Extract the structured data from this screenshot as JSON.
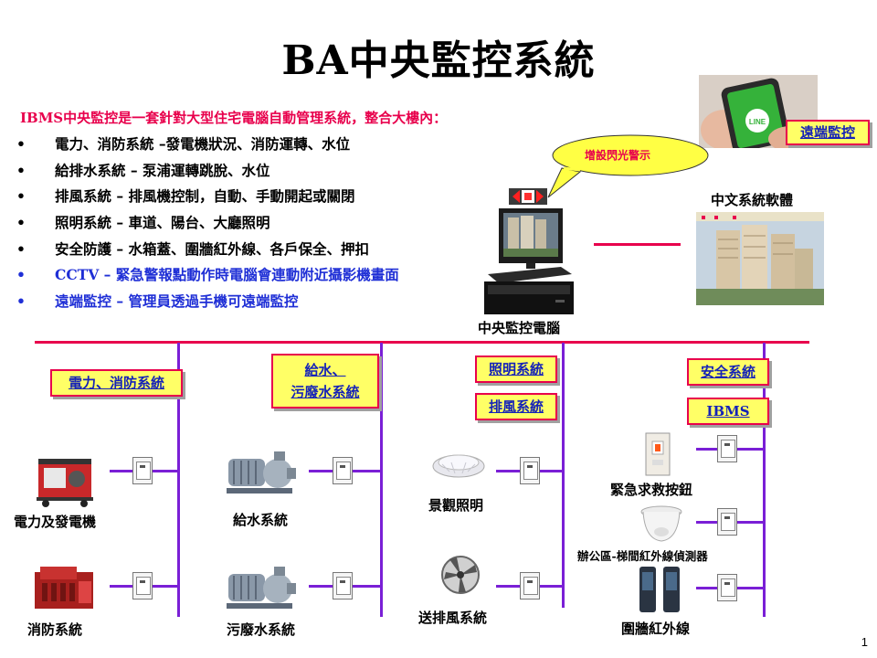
{
  "title": "BA中央監控系統",
  "intro": "IBMS中央監控是一套針對大型住宅電腦自動管理系統，整合大樓內：",
  "bullets": [
    "電力、消防系統 –發電機狀況、消防運轉、水位",
    "給排水系統 – 泵浦運轉跳脫、水位",
    "排風系統 – 排風機控制，自動、手動開起或關閉",
    "照明系統 – 車道、陽台、大廳照明",
    "安全防護 – 水箱蓋、圍牆紅外線、各戶保全、押扣",
    "CCTV – 緊急警報點動作時電腦會連動附近攝影機畫面",
    "遠端監控 – 管理員透過手機可遠端監控"
  ],
  "callout": "增設閃光警示",
  "remote_label": "遠端監控",
  "chinese_software_label": "中文系統軟體",
  "central_computer_label": "中央監控電腦",
  "categories": {
    "power_fire": "電力、消防系統",
    "water_line1": "給水、",
    "water_line2": "污廢水系統",
    "lighting": "照明系統",
    "exhaust": "排風系統",
    "security": "安全系統",
    "ibms": "IBMS"
  },
  "devices": {
    "generator": "電力及發電機",
    "fire": "消防系統",
    "water_supply": "給水系統",
    "sewage": "污廢水系統",
    "landscape_light": "景觀照明",
    "ventilation": "送排風系統",
    "emergency_button": "緊急求救按鈕",
    "office_ir": "辦公區-梯間紅外線偵測器",
    "fence_ir": "圍牆紅外線"
  },
  "phone_text": "LINE",
  "page_number": "1",
  "colors": {
    "accent_red": "#e8004c",
    "bus_purple": "#7a1fd6",
    "tag_fill": "#ffff66",
    "link_blue": "#1f2fd6"
  }
}
